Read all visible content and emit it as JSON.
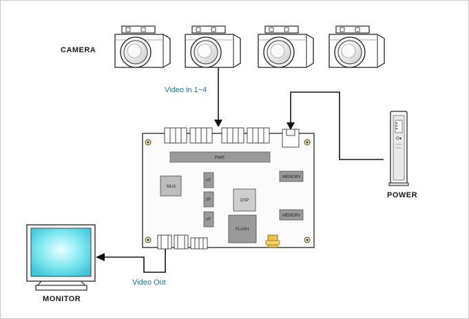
{
  "labels": {
    "camera": "CAMERA",
    "video_in": "Video in 1~4",
    "power": "POWER",
    "monitor": "MONITOR",
    "video_out": "Video Out"
  },
  "board": {
    "pwr": "PWR",
    "mux": "MUX",
    "if1": "I/F",
    "if2": "I/F",
    "if3": "I/F",
    "dsp": "DSP",
    "flash": "FLASH",
    "memory1": "MEMORY",
    "memory2": "MEMORY"
  },
  "power_unit": {
    "switch_label": "O●"
  },
  "icons": [
    "camera-icon",
    "power-supply-icon",
    "monitor-icon",
    "circuit-board-icon"
  ],
  "colors": {
    "screen": "#7fe8f0",
    "label_blue": "#1f6f9e",
    "chip_gray": "#9a9a9a"
  }
}
